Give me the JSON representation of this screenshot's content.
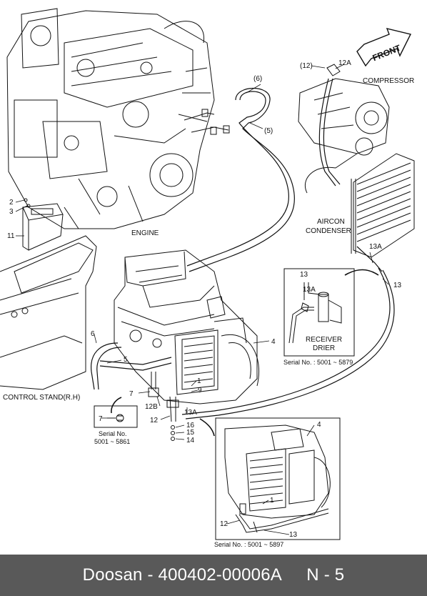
{
  "labels": {
    "engine": "ENGINE",
    "control_stand": "CONTROL STAND(R.H)",
    "compressor": "COMPRESSOR",
    "front": "FRONT",
    "aircon_condenser_line1": "AIRCON",
    "aircon_condenser_line2": "CONDENSER",
    "receiver_drier_line1": "RECEIVER",
    "receiver_drier_line2": "DRIER"
  },
  "callouts": {
    "c2": "2",
    "c3": "3",
    "c11": "11",
    "c6_top": "(6)",
    "c5_top": "(5)",
    "c12_top": "(12)",
    "c12a_top": "12A",
    "c13a_cond": "13A",
    "c13_right": "13",
    "c4": "4",
    "c6": "6",
    "c5": "5",
    "c7": "7",
    "c12b": "12B",
    "c12": "12",
    "c13a_mid": "13A",
    "c16": "16",
    "c15": "15",
    "c14": "14",
    "c1": "1",
    "c9": "9",
    "inset_c13": "13",
    "inset_c13a": "13A",
    "inset2_c7": "7",
    "inset3_c4": "4",
    "inset3_c1": "1",
    "inset3_c12": "12",
    "inset3_c13": "13"
  },
  "serials": {
    "receiver": "Serial No. : 5001 ~ 5879",
    "bolt_line1": "Serial No.",
    "bolt_line2": "5001 ~ 5861",
    "bottom": "Serial No. : 5001 ~ 5897"
  },
  "footer": {
    "brand": "Doosan - 400402-00006A",
    "page": "N - 5"
  },
  "colors": {
    "line": "#111111",
    "footer_bg": "#595959",
    "footer_text": "#ffffff"
  }
}
